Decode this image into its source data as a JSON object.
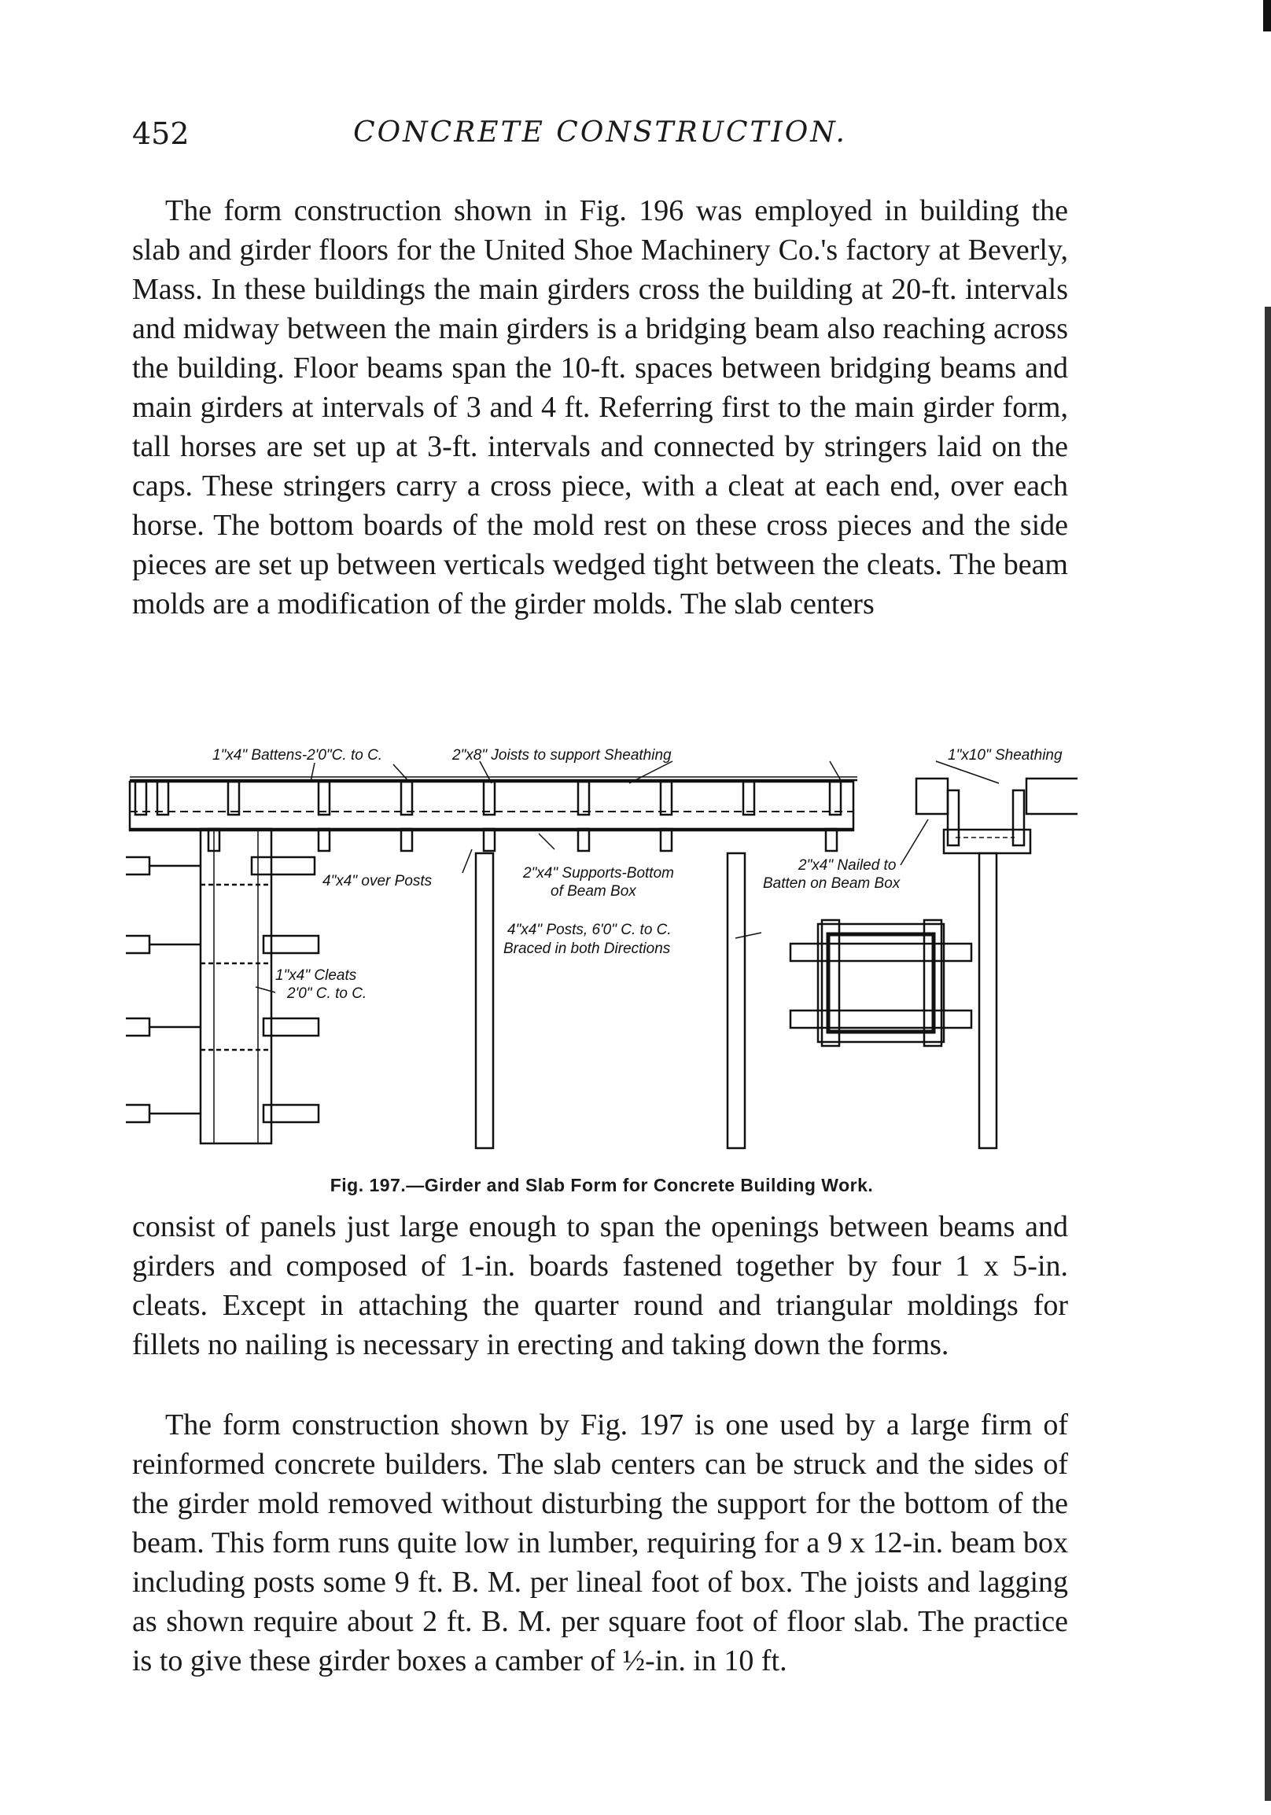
{
  "header": {
    "page_number": "452",
    "running_head": "CONCRETE CONSTRUCTION."
  },
  "paragraphs": [
    "The form construction shown in Fig. 196 was employed in building the slab and girder floors for the United Shoe Machinery Co.'s factory at Beverly, Mass. In these buildings the main girders cross the building at 20-ft. intervals and midway between the main girders is a bridging beam also reaching across the building. Floor beams span the 10-ft. spaces between bridging beams and main girders at intervals of 3 and 4 ft. Referring first to the main girder form, tall horses are set up at 3-ft. intervals and connected by stringers laid on the caps. These stringers carry a cross piece, with a cleat at each end, over each horse. The bottom boards of the mold rest on these cross pieces and the side pieces are set up between verticals wedged tight between the cleats. The beam molds are a modification of the girder molds. The slab centers",
    "consist of panels just large enough to span the openings between beams and girders and composed of 1-in. boards fastened together by four 1 x 5-in. cleats. Except in attaching the quarter round and triangular moldings for fillets no nailing is necessary in erecting and taking down the forms.",
    "The form construction shown by Fig. 197 is one used by a large firm of reinformed concrete builders. The slab centers can be struck and the sides of the girder mold removed without disturbing the support for the bottom of the beam. This form runs quite low in lumber, requiring for a 9 x 12-in. beam box including posts some 9 ft. B. M. per lineal foot of box. The joists and lagging as shown require about 2 ft. B. M. per square foot of floor slab. The practice is to give these girder boxes a camber of ½-in. in 10 ft."
  ],
  "figure": {
    "labels": {
      "battens": "1\"x4\" Battens-2'0\"C. to C.",
      "joists": "2\"x8\" Joists to support Sheathing",
      "sheathing": "1\"x10\" Sheathing",
      "over_posts": "4\"x4\" over Posts",
      "supports_1": "2\"x4\" Supports-Bottom",
      "supports_2": "of Beam Box",
      "nailed_1": "2\"x4\" Nailed to",
      "nailed_2": "Batten on Beam Box",
      "posts_1": "4\"x4\" Posts, 6'0\" C. to C.",
      "posts_2": "Braced in both Directions",
      "cleats_1": "1\"x4\" Cleats",
      "cleats_2": "2'0\" C. to C."
    },
    "caption": "Fig. 197.—Girder and Slab Form for Concrete Building Work."
  }
}
